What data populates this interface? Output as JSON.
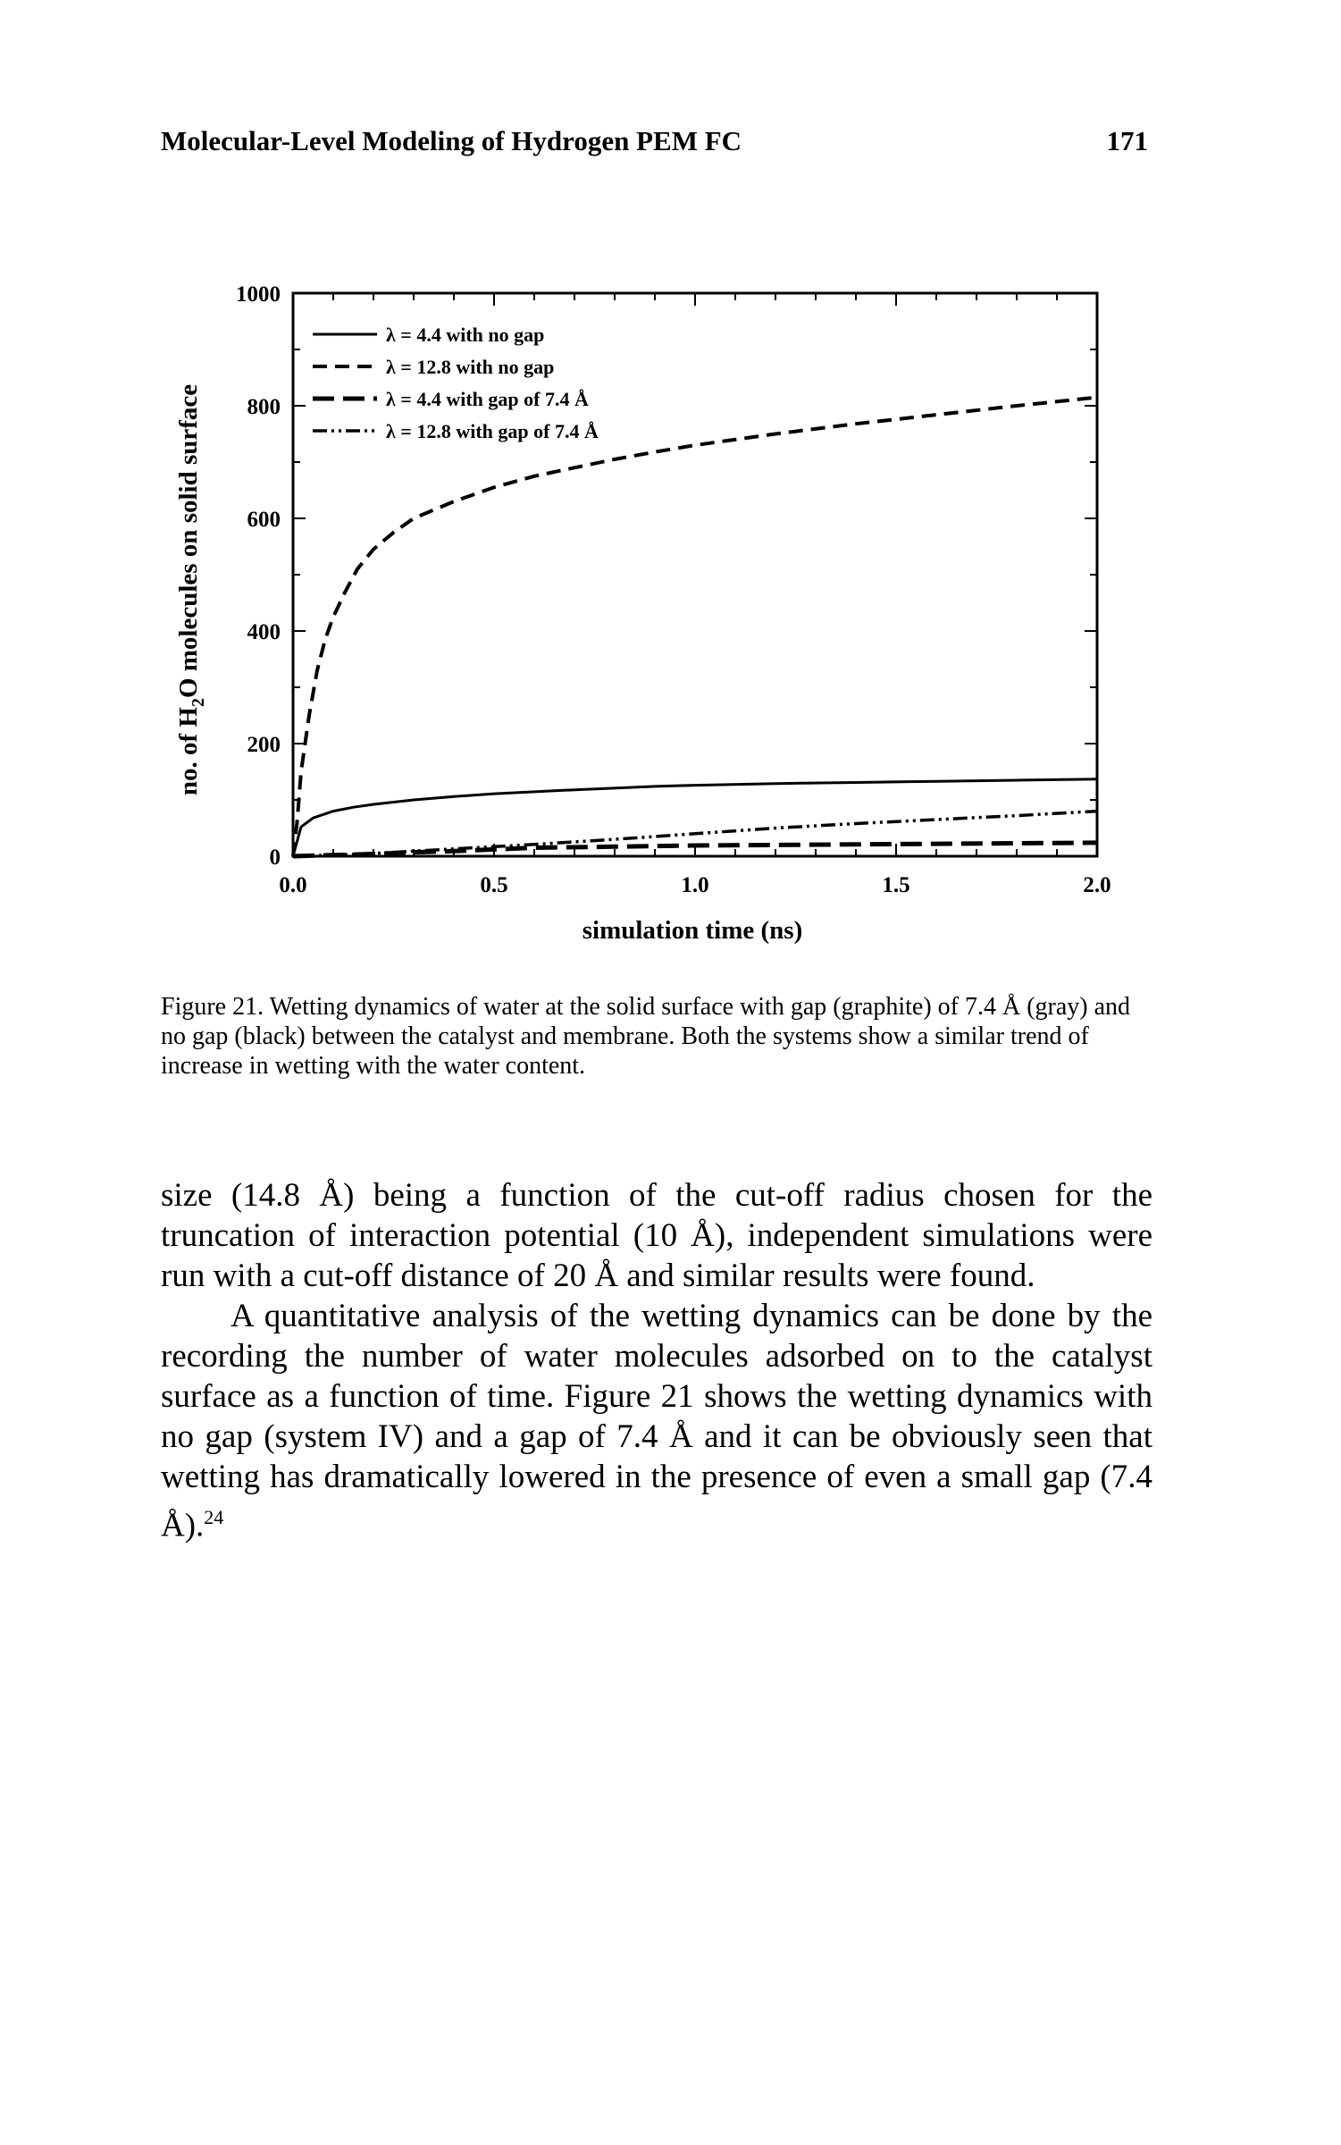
{
  "header": {
    "title": "Molecular-Level Modeling of Hydrogen PEM FC",
    "page_number": "171"
  },
  "chart_data": {
    "type": "line",
    "xlabel": "simulation time (ns)",
    "ylabel_parts": [
      "no. of H",
      "2",
      "O molecules on solid surface"
    ],
    "xlim": [
      0.0,
      2.0
    ],
    "ylim": [
      0,
      1000
    ],
    "x_ticks": [
      "0.0",
      "0.5",
      "1.0",
      "1.5",
      "2.0"
    ],
    "y_ticks": [
      "0",
      "200",
      "400",
      "600",
      "800",
      "1000"
    ],
    "grid": false,
    "legend_position": "top-left",
    "series": [
      {
        "name": "λ = 4.4 with no gap",
        "style": "solid",
        "x": [
          0.0,
          0.02,
          0.05,
          0.1,
          0.15,
          0.2,
          0.3,
          0.4,
          0.5,
          0.7,
          0.9,
          1.0,
          1.2,
          1.4,
          1.6,
          1.8,
          2.0
        ],
        "y": [
          0,
          52,
          68,
          80,
          87,
          92,
          100,
          106,
          111,
          118,
          124,
          126,
          129,
          131,
          133,
          135,
          137
        ]
      },
      {
        "name": "λ = 12.8 with no gap",
        "style": "dashed",
        "x": [
          0.0,
          0.01,
          0.02,
          0.04,
          0.06,
          0.08,
          0.1,
          0.13,
          0.16,
          0.2,
          0.25,
          0.3,
          0.4,
          0.5,
          0.6,
          0.7,
          0.8,
          0.9,
          1.0,
          1.2,
          1.4,
          1.6,
          1.8,
          2.0
        ],
        "y": [
          0,
          60,
          150,
          250,
          330,
          385,
          425,
          470,
          510,
          545,
          575,
          600,
          630,
          655,
          675,
          690,
          705,
          718,
          730,
          750,
          768,
          784,
          800,
          815
        ]
      },
      {
        "name": "λ = 4.4 with gap of 7.4 Å",
        "style": "long-dash",
        "x": [
          0.0,
          0.1,
          0.2,
          0.3,
          0.4,
          0.5,
          0.6,
          0.8,
          1.0,
          1.2,
          1.4,
          1.6,
          1.8,
          2.0
        ],
        "y": [
          0,
          2,
          4,
          7,
          9,
          12,
          15,
          17,
          19,
          20,
          21,
          22,
          23,
          24
        ]
      },
      {
        "name": "λ = 12.8 with gap of 7.4 Å",
        "style": "dash-dot-dot",
        "x": [
          0.0,
          0.1,
          0.2,
          0.3,
          0.4,
          0.5,
          0.6,
          0.8,
          1.0,
          1.2,
          1.4,
          1.6,
          1.8,
          2.0
        ],
        "y": [
          0,
          2,
          5,
          9,
          13,
          17,
          21,
          30,
          40,
          50,
          58,
          65,
          72,
          80
        ]
      }
    ]
  },
  "caption": "Figure 21. Wetting dynamics of water at the solid surface with gap (graphite) of 7.4 Å (gray) and no gap (black) between the catalyst and membrane. Both the systems show a similar trend of increase in wetting with the water content.",
  "paragraphs": [
    "size (14.8 Å) being a function of the cut-off radius chosen for the truncation of interaction potential (10 Å), independent simulations were run with a cut-off distance of 20 Å and similar results were found.",
    "A quantitative analysis of the wetting dynamics can be done by the recording the number of water molecules adsorbed on to the catalyst surface as a function of time. Figure 21 shows the wetting dynamics with no gap (system IV) and a gap of 7.4 Å and it can be obviously seen that wetting has dramatically lowered in the presence of even a small gap (7.4 Å)."
  ],
  "footnote_ref": "24"
}
